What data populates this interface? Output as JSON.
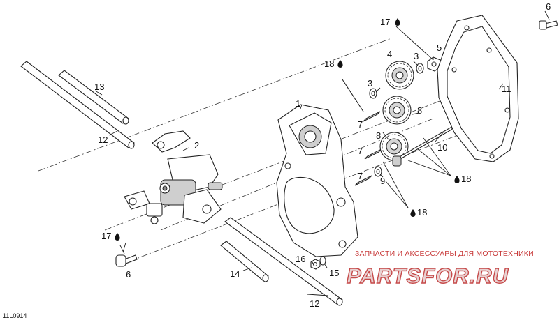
{
  "diagram": {
    "code": "11L0914",
    "callouts": [
      {
        "id": "c1",
        "text": "1"
      },
      {
        "id": "c2",
        "text": "2"
      },
      {
        "id": "c3a",
        "text": "3"
      },
      {
        "id": "c3b",
        "text": "3"
      },
      {
        "id": "c4",
        "text": "4"
      },
      {
        "id": "c5",
        "text": "5"
      },
      {
        "id": "c6a",
        "text": "6"
      },
      {
        "id": "c6b",
        "text": "6"
      },
      {
        "id": "c7a",
        "text": "7"
      },
      {
        "id": "c7b",
        "text": "7"
      },
      {
        "id": "c7c",
        "text": "7"
      },
      {
        "id": "c8a",
        "text": "8"
      },
      {
        "id": "c8b",
        "text": "8"
      },
      {
        "id": "c9",
        "text": "9"
      },
      {
        "id": "c10",
        "text": "10"
      },
      {
        "id": "c11",
        "text": "11"
      },
      {
        "id": "c12a",
        "text": "12"
      },
      {
        "id": "c12b",
        "text": "12"
      },
      {
        "id": "c13",
        "text": "13"
      },
      {
        "id": "c14",
        "text": "14"
      },
      {
        "id": "c15",
        "text": "15"
      },
      {
        "id": "c16",
        "text": "16"
      },
      {
        "id": "c17a",
        "text": "17"
      },
      {
        "id": "c17b",
        "text": "17"
      },
      {
        "id": "c18a",
        "text": "18"
      },
      {
        "id": "c18b",
        "text": "18"
      },
      {
        "id": "c18c",
        "text": "18"
      }
    ]
  },
  "watermark": {
    "tagline": "ЗАПЧАСТИ И АКСЕССУАРЫ ДЛЯ МОТОТЕХНИКИ",
    "brand": "PARTSFOR.RU",
    "color": "#c64a4a"
  },
  "icons": {
    "lubricant": "oil-drop-icon"
  }
}
